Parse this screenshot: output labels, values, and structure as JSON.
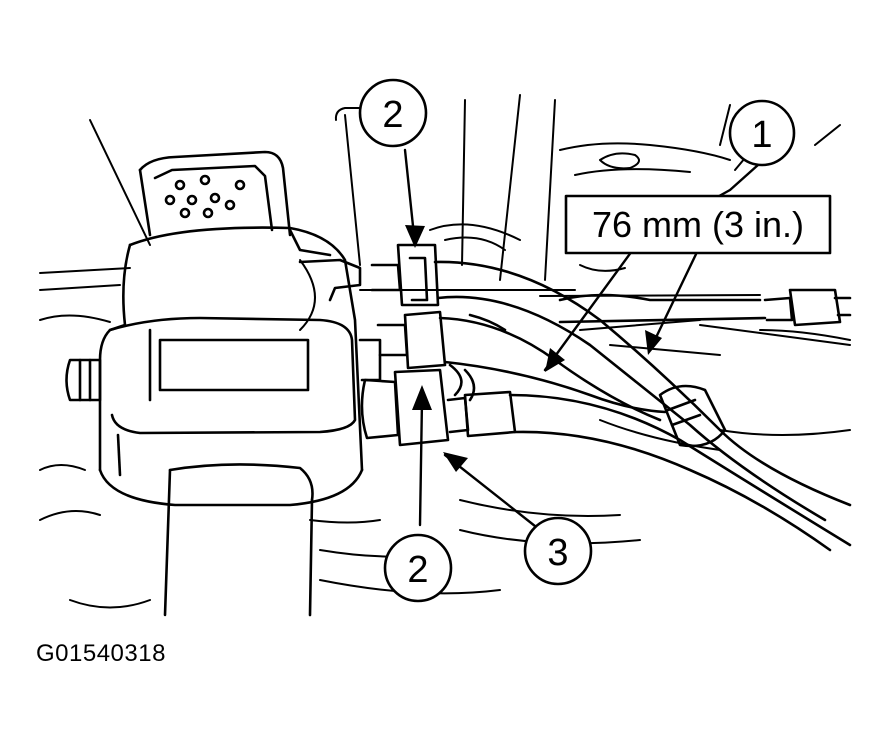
{
  "diagram": {
    "figure_id": "G01540318",
    "measurement_label": "76 mm (3 in.)",
    "callouts": [
      {
        "id": "callout-1",
        "number": "1"
      },
      {
        "id": "callout-2-top",
        "number": "2"
      },
      {
        "id": "callout-2-bottom",
        "number": "2"
      },
      {
        "id": "callout-3",
        "number": "3"
      }
    ],
    "colors": {
      "ink": "#000000",
      "paper": "#ffffff"
    }
  }
}
